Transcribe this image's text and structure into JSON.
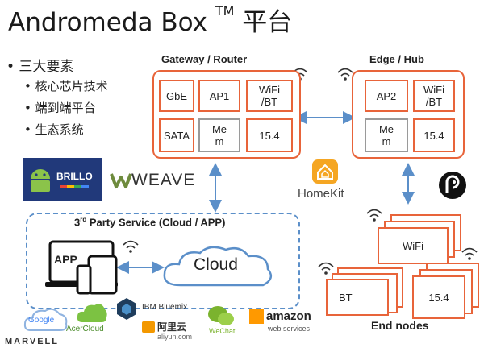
{
  "title": {
    "main": "Andromeda Box",
    "tm": "TM",
    "cn": "平台"
  },
  "bullets": {
    "main": "• 三大要素",
    "subs": [
      "• 核心芯片技术",
      "• 端到端平台",
      "• 生态系统"
    ]
  },
  "gateway": {
    "label": "Gateway / Router",
    "cells": [
      "GbE",
      "AP1",
      "WiFi\n/BT",
      "SATA",
      "Me\nm",
      "15.4"
    ]
  },
  "edge": {
    "label": "Edge / Hub",
    "cells": [
      "AP2",
      "WiFi\n/BT",
      "Me\nm",
      "15.4"
    ]
  },
  "service": {
    "label_pre": "3",
    "label_sup": "rd",
    "label_post": " Party Service (Cloud / APP)",
    "app": "APP",
    "cloud": "Cloud"
  },
  "endnodes": {
    "label": "End nodes",
    "wifi": "WiFi",
    "bt": "BT",
    "zigbee": "15.4"
  },
  "logos": {
    "brillo": "BRILLO",
    "weave": "WEAVE",
    "homekit": "HomeKit",
    "google": "Google",
    "acercloud": "AcerCloud",
    "ibm": "IBM Bluemix",
    "aliyun": "阿里云",
    "aliyun_sub": "aliyun.com",
    "wechat": "WeChat",
    "amazon": "amazon",
    "amazon_sub": "web services",
    "marvell": "MARVELL"
  },
  "colors": {
    "orange": "#e8643a",
    "blue": "#5b8fc9",
    "gray": "#9a9a9a"
  }
}
